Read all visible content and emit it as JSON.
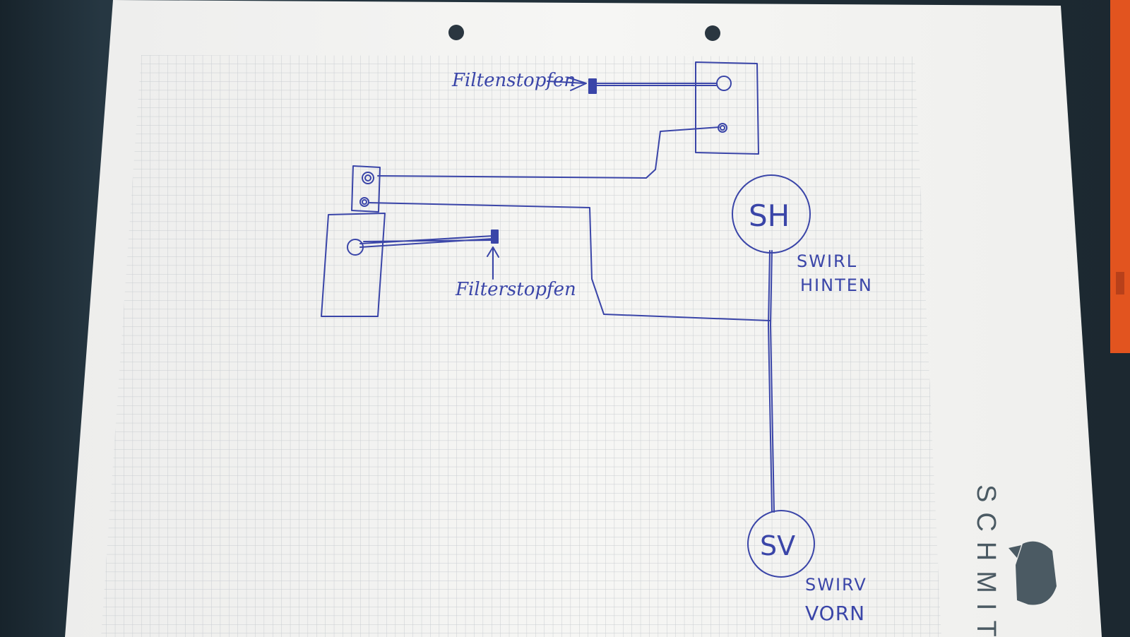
{
  "labels": {
    "filter_plug_top": "Filtenstopfen",
    "filter_plug_left": "Filterstopfen",
    "swirl_rear_circle": "SH",
    "swirl_rear_text_1": "SWIRL",
    "swirl_rear_text_2": "HINTEN",
    "swirl_front_circle": "SV",
    "swirl_front_text_1": "SWIRV",
    "swirl_front_text_2": "VORN"
  },
  "brand": {
    "text": "SCHMIT"
  },
  "colors": {
    "ink": "#3a45a8",
    "grid": "#c9cdd1",
    "paper": "#f3f3f1",
    "pen_orange": "#e2541f"
  }
}
